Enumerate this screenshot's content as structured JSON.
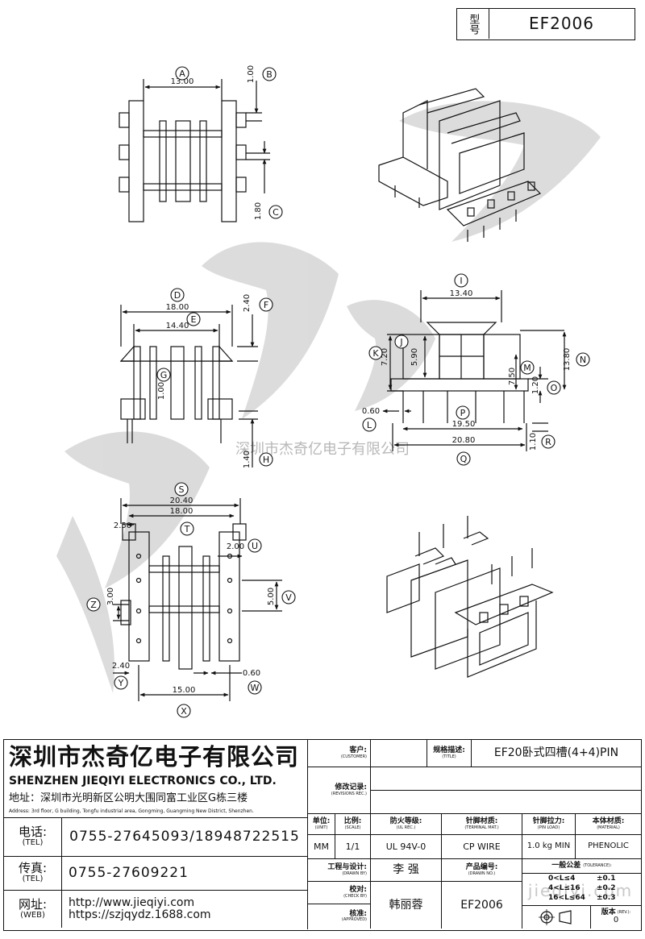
{
  "header": {
    "model_label": "型号",
    "model_value": "EF2006"
  },
  "company": {
    "name_cn": "深圳市杰奇亿电子有限公司",
    "name_en": "SHENZHEN JIEQIYI ELECTRONICS CO., LTD.",
    "address_cn": "地址：深圳市光明新区公明大围同富工业区G栋三楼",
    "address_en": "Address: 3rd floor, G building, Tongfu industrial area, Gongming, Guangming New District, Shenzhen.",
    "tel_label": "电话:",
    "tel_label_en": "(TEL)",
    "tel_value": "0755-27645093/18948722515",
    "fax_label": "传真:",
    "fax_label_en": "(TEL)",
    "fax_value": "0755-27609221",
    "web_label": "网址:",
    "web_label_en": "(WEB)",
    "web_value_1": "http://www.jieqiyi.com",
    "web_value_2": "https://szjqydz.1688.com"
  },
  "watermark": {
    "center_text": "深圳市杰奇亿电子有限公司",
    "corner_text": "jieqiyi.com"
  },
  "title_block": {
    "customer_label": "客户:",
    "customer_label_en": "(CUSTOMER)",
    "title_label": "规格描述:",
    "title_label_en": "(TITLE)",
    "title_value": "EF20卧式四槽(4+4)PIN",
    "revisions_label": "修改记录:",
    "revisions_label_en": "(REVISIONS REC.)",
    "unit_label": "单位:",
    "unit_label_en": "(UNIT)",
    "unit_value": "MM",
    "scale_label": "比例:",
    "scale_label_en": "(SCALE)",
    "scale_value": "1/1",
    "ul_label": "防火等级:",
    "ul_label_en": "(UL REC.)",
    "ul_value": "UL 94V-0",
    "terminal_label": "针脚材质:",
    "terminal_label_en": "(TERMINAL MAT.)",
    "terminal_value": "CP WIRE",
    "pinload_label": "针脚拉力:",
    "pinload_label_en": "(PIN LOAD)",
    "pinload_value": "1.0 kg MIN",
    "material_label": "本体材质:",
    "material_label_en": "(MATERIAL)",
    "material_value": "PHENOLIC",
    "drawn_label": "工程与设计:",
    "drawn_label_en": "(DRAWN BY)",
    "drawn_value": "李 强",
    "check_label": "校对:",
    "check_label_en": "(CHECK BY)",
    "approved_label": "核准:",
    "approved_label_en": "(APPROVED)",
    "approved_value": "韩丽蓉",
    "drawing_no_label": "产品编号:",
    "drawing_no_label_en": "(DRAWN NO.)",
    "drawing_no_value": "EF2006",
    "tolerance_label": "一般公差",
    "tolerance_label_en": "(TOLERANCE):",
    "tol_1_range": "0<L≤4",
    "tol_1_value": "±0.1",
    "tol_2_range": "4<L≤16",
    "tol_2_value": "±0.2",
    "tol_3_range": "16<L≤64",
    "tol_3_value": "±0.3",
    "rev_label": "版本",
    "rev_label_en": "(REV.):",
    "rev_value": "0"
  },
  "dimensions": {
    "A": "13.00",
    "B": "1.00",
    "C": "1.80",
    "D": "18.00",
    "E": "14.40",
    "F": "2.40",
    "G": "1.00",
    "H": "1.40",
    "I": "13.40",
    "J": "5.90",
    "K": "7.20",
    "L": "0.60",
    "M": "7.50",
    "N": "13.80",
    "O": "1.20",
    "P": "19.50",
    "Q": "20.80",
    "R": "1.10",
    "S": "20.40",
    "S2": "18.00",
    "T": "2.50",
    "U": "2.00",
    "V": "5.00",
    "W": "0.60",
    "X": "15.00",
    "Y": "2.40",
    "Z": "3.00"
  },
  "callouts": [
    "A",
    "B",
    "C",
    "D",
    "E",
    "F",
    "G",
    "H",
    "I",
    "J",
    "K",
    "L",
    "M",
    "N",
    "O",
    "P",
    "Q",
    "R",
    "S",
    "T",
    "U",
    "V",
    "W",
    "X",
    "Y",
    "Z"
  ]
}
